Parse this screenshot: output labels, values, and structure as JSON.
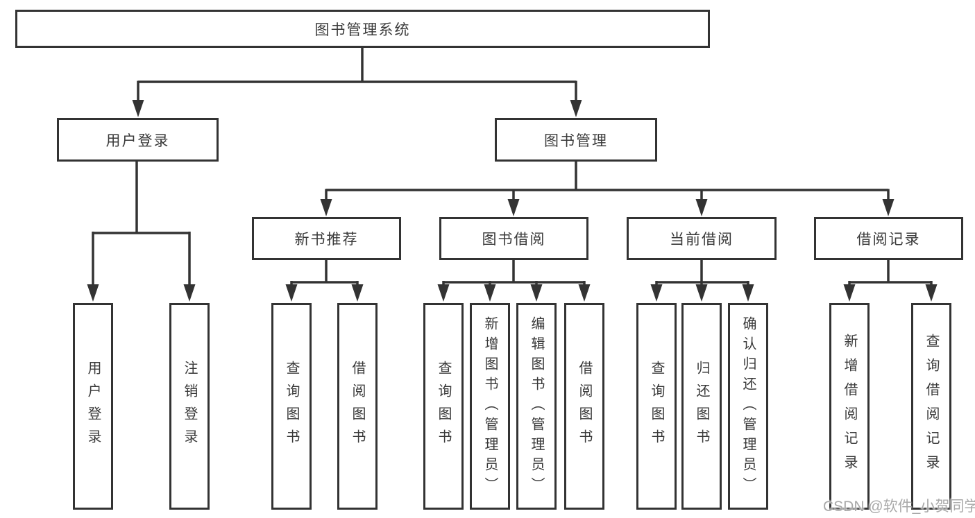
{
  "tree": {
    "label": "图书管理系统",
    "children": [
      {
        "label": "用户登录",
        "children": [
          {
            "label": "用户登录"
          },
          {
            "label": "注销登录"
          }
        ]
      },
      {
        "label": "图书管理",
        "children": [
          {
            "label": "新书推荐",
            "children": [
              {
                "label": "查询图书"
              },
              {
                "label": "借阅图书"
              }
            ]
          },
          {
            "label": "图书借阅",
            "children": [
              {
                "label": "查询图书"
              },
              {
                "label": "新增图书（管理员）"
              },
              {
                "label": "编辑图书（管理员）"
              },
              {
                "label": "借阅图书"
              }
            ]
          },
          {
            "label": "当前借阅",
            "children": [
              {
                "label": "查询图书"
              },
              {
                "label": "归还图书"
              },
              {
                "label": "确认归还（管理员）"
              }
            ]
          },
          {
            "label": "借阅记录",
            "children": [
              {
                "label": "新增借阅记录"
              },
              {
                "label": "查询借阅记录"
              }
            ]
          }
        ]
      }
    ]
  },
  "watermark": "CSDN @软件_小贺同学",
  "colors": {
    "line": "#333333",
    "text": "#3a3a3a",
    "watermark": "#a9a9a9",
    "background": "#ffffff"
  }
}
